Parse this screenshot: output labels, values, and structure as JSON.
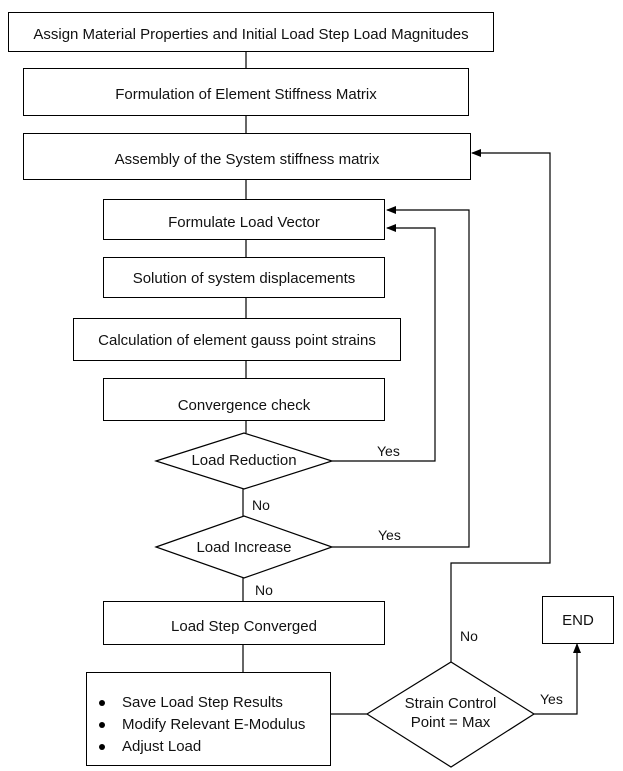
{
  "boxes": {
    "assign_material": "Assign Material Properties and Initial Load Step Load Magnitudes",
    "element_stiffness": "Formulation of Element Stiffness Matrix",
    "system_stiffness": "Assembly of the System stiffness matrix",
    "load_vector": "Formulate Load Vector",
    "displacements": "Solution of system displacements",
    "strains": "Calculation of element gauss point strains",
    "convergence": "Convergence check",
    "load_step_converged": "Load Step Converged",
    "end": "END"
  },
  "decisions": {
    "load_reduction": "Load Reduction",
    "load_increase": "Load Increase",
    "strain_control_line1": "Strain Control",
    "strain_control_line2": "Point = Max"
  },
  "actions": [
    "Save Load Step Results",
    "Modify Relevant E-Modulus",
    "Adjust Load"
  ],
  "edge_labels": {
    "reduction_yes": "Yes",
    "reduction_no": "No",
    "increase_yes": "Yes",
    "increase_no": "No",
    "strain_no": "No",
    "strain_yes": "Yes"
  }
}
